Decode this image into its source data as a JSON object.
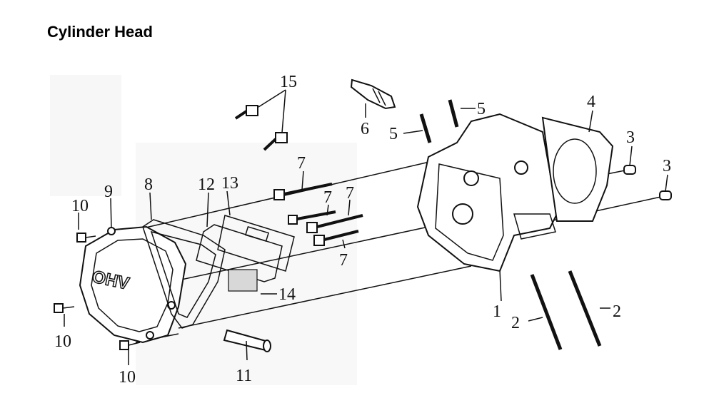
{
  "title": "Cylinder Head",
  "cover_text": "OHV",
  "callouts": [
    "1",
    "2",
    "2",
    "3",
    "3",
    "4",
    "5",
    "5",
    "6",
    "7",
    "7",
    "7",
    "7",
    "8",
    "9",
    "10",
    "10",
    "10",
    "11",
    "12",
    "13",
    "14",
    "15"
  ]
}
